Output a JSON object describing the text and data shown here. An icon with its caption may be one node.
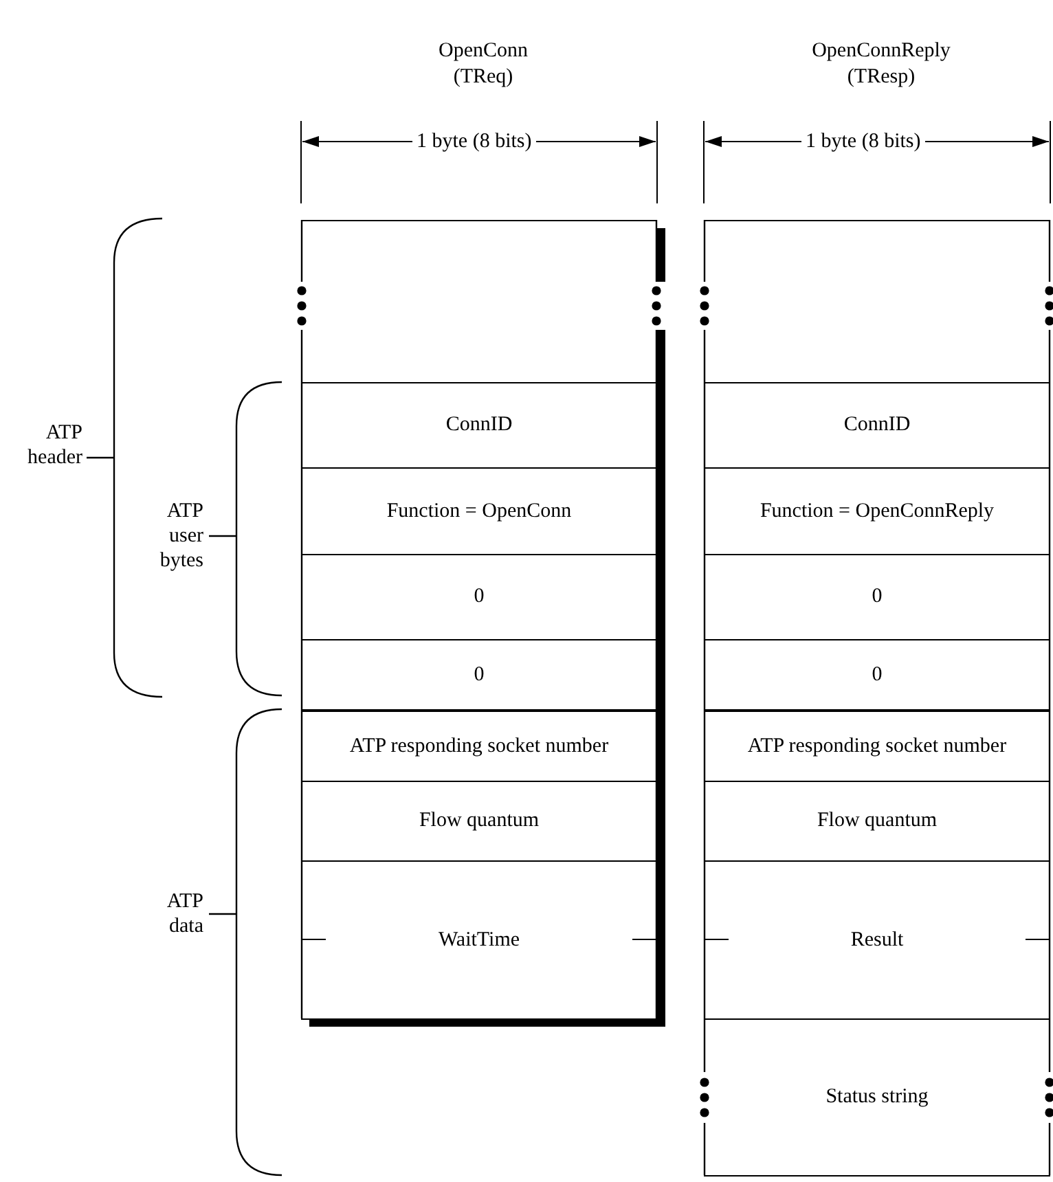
{
  "diagram": {
    "nodes": [
      {
        "text": [
          "OpenConn (TReq)"
        ]
      },
      {
        "text": [],
        "shape": "box",
        "in": 0
      },
      {
        "text": [
          "ConnID"
        ],
        "in": 0
      },
      {
        "text": [
          "Function = OpenConn"
        ],
        "in": 0
      },
      {
        "text": [
          "0"
        ],
        "in": 0
      },
      {
        "text": [
          "0"
        ],
        "in": 0
      },
      {
        "text": [
          "ATP responding socket number"
        ],
        "in": 0
      },
      {
        "text": [
          "Flow quantum"
        ],
        "in": 0
      },
      {
        "text": [
          "WaitTime"
        ],
        "in": 0
      },
      {
        "text": [
          "OpenConnReply (TResp)"
        ]
      },
      {
        "text": [],
        "shape": "box",
        "in": 9
      },
      {
        "text": [
          "ConnID"
        ],
        "in": 9
      },
      {
        "text": [
          "Function = OpenConnReply"
        ],
        "in": 9
      },
      {
        "text": [
          "0"
        ],
        "in": 9
      },
      {
        "text": [
          "0"
        ],
        "in": 9
      },
      {
        "text": [
          "ATP responding socket number"
        ],
        "in": 9
      },
      {
        "text": [
          "Flow quantum"
        ],
        "in": 9
      },
      {
        "text": [
          "Result"
        ],
        "in": 9
      },
      {
        "text": [
          "Status string"
        ],
        "in": 9
      }
    ],
    "labels": [
      "1 byte (8 bits)",
      "1 byte (8 bits)",
      "ATP header",
      "ATP user bytes",
      "ATP data"
    ]
  }
}
